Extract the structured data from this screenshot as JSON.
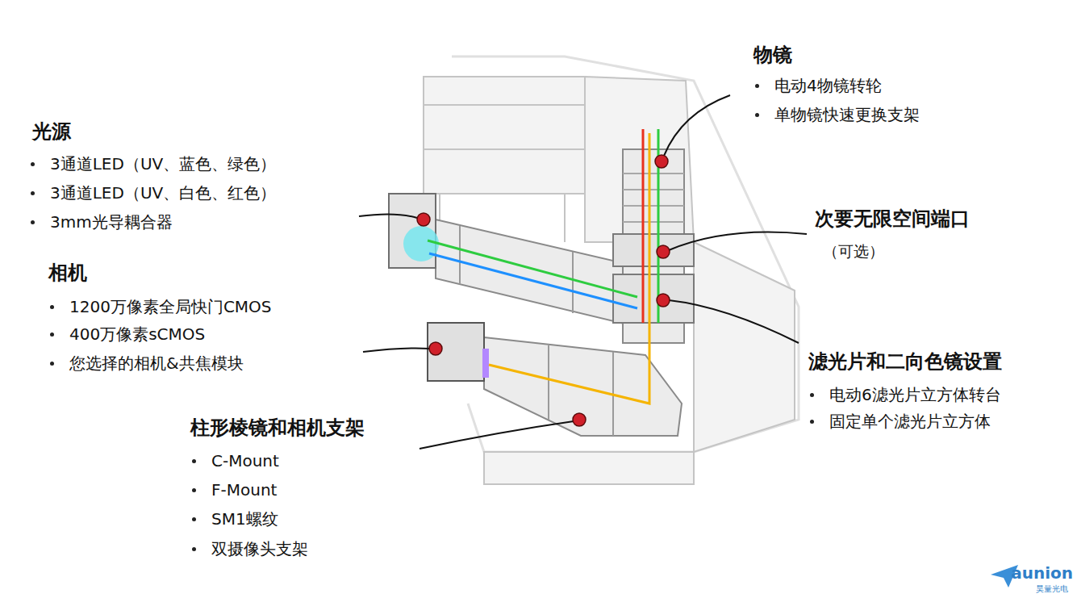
{
  "diagram": {
    "labels": [
      "光源",
      "3通道LED（UV、蓝色、绿色）",
      "3通道LED（UV、白色、红色）",
      "3mm光导耦合器",
      "相机",
      "1200万像素全局快门CMOS",
      "400万像素sCMOS",
      "您选择的相机&共焦模块",
      "柱形棱镜和相机支架",
      "C-Mount",
      "F-Mount",
      "SM1螺纹",
      "双摄像头支架",
      "物镜",
      "电动4物镜转轮",
      "单物镜快速更换支架",
      "次要无限空间端口",
      "（可选）",
      "滤光片和二向色镜设置",
      "电动6滤光片立方体转台",
      "固定单个滤光片立方体",
      "aunion",
      "昊量光电"
    ]
  }
}
